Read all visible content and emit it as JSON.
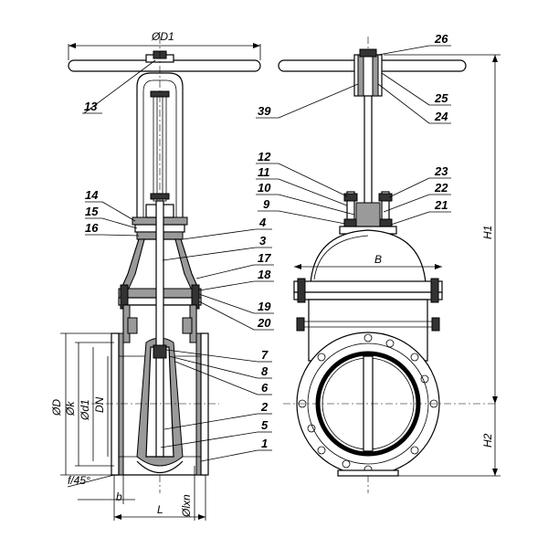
{
  "dimensions": {
    "d1": "ØD1",
    "d": "ØD",
    "k": "Øk",
    "d_one": "Ød1",
    "dn": "DN",
    "chamfer": "f/45°",
    "b": "b",
    "l": "L",
    "lxn": "Ølxn",
    "bw": "B",
    "h1": "H1",
    "h2": "H2"
  },
  "callouts_left": [
    "13",
    "14",
    "15",
    "16",
    "4",
    "3",
    "17",
    "18",
    "19",
    "20",
    "7",
    "8",
    "6",
    "2",
    "5",
    "1"
  ],
  "callouts_right": [
    "26",
    "25",
    "24",
    "39",
    "12",
    "11",
    "10",
    "9",
    "23",
    "22",
    "21"
  ]
}
